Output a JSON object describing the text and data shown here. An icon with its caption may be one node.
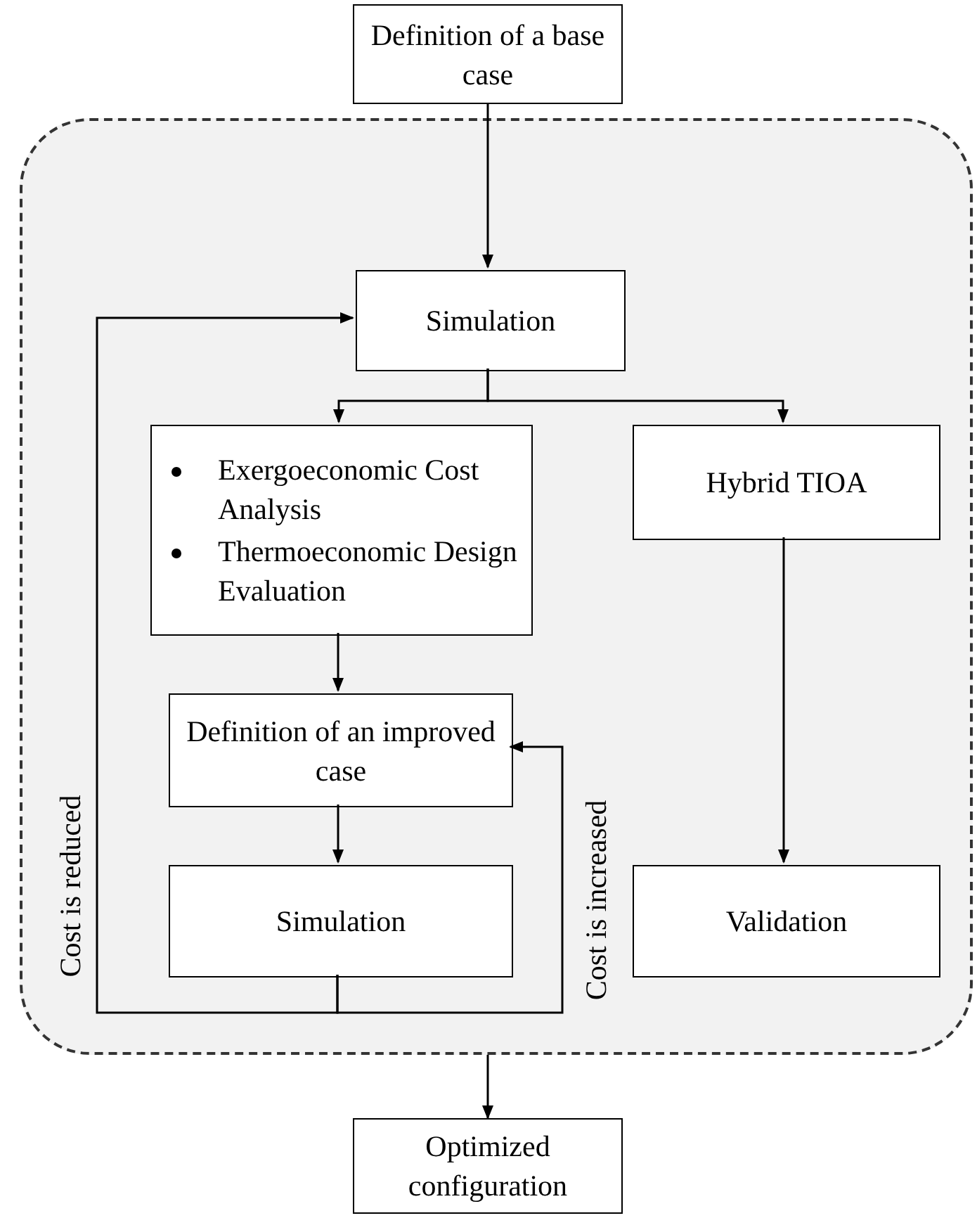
{
  "diagram": {
    "nodes": [
      {
        "text": [
          "Definition of a base case"
        ]
      },
      {
        "text": [],
        "shape": "box"
      },
      {
        "text": [
          "Simulation"
        ],
        "in": 1
      },
      {
        "text": [
          "Exergoeconomic Cost Analysis",
          "Thermoeconomic Design Evaluation"
        ],
        "in": 1
      },
      {
        "text": [
          "Hybrid TIOA"
        ],
        "in": 1
      },
      {
        "text": [
          "Definition of an improved case"
        ],
        "in": 1
      },
      {
        "text": [
          "Simulation"
        ],
        "in": 1
      },
      {
        "text": [
          "Validation"
        ],
        "in": 1
      },
      {
        "text": [
          "Optimized configuration"
        ]
      }
    ],
    "edges": [
      {
        "from": 0,
        "to": 2,
        "arrow": "to"
      },
      {
        "from": 2,
        "to": 3,
        "arrow": "to"
      },
      {
        "from": 2,
        "to": 4,
        "arrow": "to"
      },
      {
        "from": 3,
        "to": 5,
        "arrow": "to"
      },
      {
        "from": 5,
        "to": 6,
        "arrow": "to"
      },
      {
        "from": 4,
        "to": 7,
        "arrow": "to"
      },
      {
        "from": 6,
        "to": 2,
        "arrow": "to",
        "label": "Cost is reduced"
      },
      {
        "from": 6,
        "to": 5,
        "arrow": "to",
        "label": "Cost is increased"
      },
      {
        "from": 1,
        "to": 8,
        "arrow": "to"
      }
    ]
  }
}
